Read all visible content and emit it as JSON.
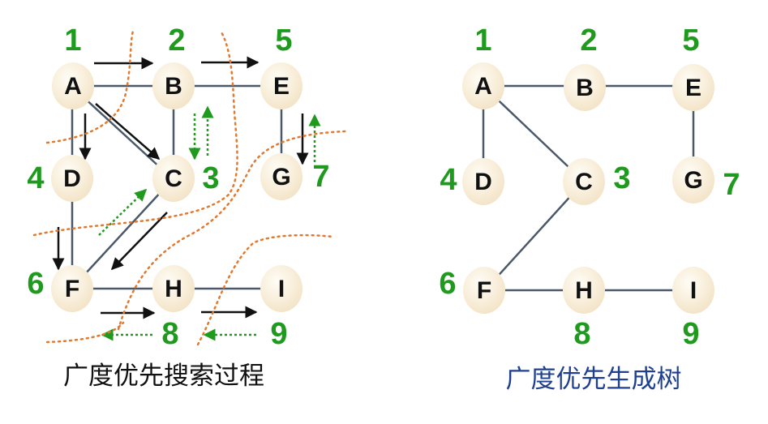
{
  "colors": {
    "node_fill": "#f7ead3",
    "node_highlight": "#fffdf6",
    "edge": "#4b5869",
    "arrow": "#111111",
    "backtrack": "#1f9a1f",
    "order_number": "#1f9a1f",
    "boundary": "#e07a30",
    "left_caption": "#111111",
    "right_caption": "#1f3f8f"
  },
  "left": {
    "caption": "广度优先搜索过程",
    "nodes": [
      "A",
      "B",
      "C",
      "D",
      "E",
      "F",
      "G",
      "H",
      "I"
    ],
    "order": {
      "A": "1",
      "B": "2",
      "C": "3",
      "D": "4",
      "E": "5",
      "F": "6",
      "G": "7",
      "H": "8",
      "I": "9"
    },
    "edges": [
      [
        "A",
        "B"
      ],
      [
        "B",
        "E"
      ],
      [
        "A",
        "C"
      ],
      [
        "A",
        "D"
      ],
      [
        "B",
        "C"
      ],
      [
        "E",
        "G"
      ],
      [
        "D",
        "F"
      ],
      [
        "C",
        "F"
      ],
      [
        "F",
        "H"
      ],
      [
        "H",
        "I"
      ]
    ],
    "traversal_arrows": [
      "A→B",
      "B→E",
      "A→C",
      "A→D",
      "E→G",
      "D→F",
      "C→F",
      "F→H",
      "H→I"
    ],
    "backtrack_arrows": [
      "C→B",
      "G→E",
      "F→C",
      "H→F",
      "I→H"
    ]
  },
  "right": {
    "caption": "广度优先生成树",
    "nodes": [
      "A",
      "B",
      "C",
      "D",
      "E",
      "F",
      "G",
      "H",
      "I"
    ],
    "order": {
      "A": "1",
      "B": "2",
      "C": "3",
      "D": "4",
      "E": "5",
      "F": "6",
      "G": "7",
      "H": "8",
      "I": "9"
    },
    "edges": [
      [
        "A",
        "B"
      ],
      [
        "B",
        "E"
      ],
      [
        "A",
        "C"
      ],
      [
        "A",
        "D"
      ],
      [
        "E",
        "G"
      ],
      [
        "C",
        "F"
      ],
      [
        "F",
        "H"
      ],
      [
        "H",
        "I"
      ]
    ]
  }
}
